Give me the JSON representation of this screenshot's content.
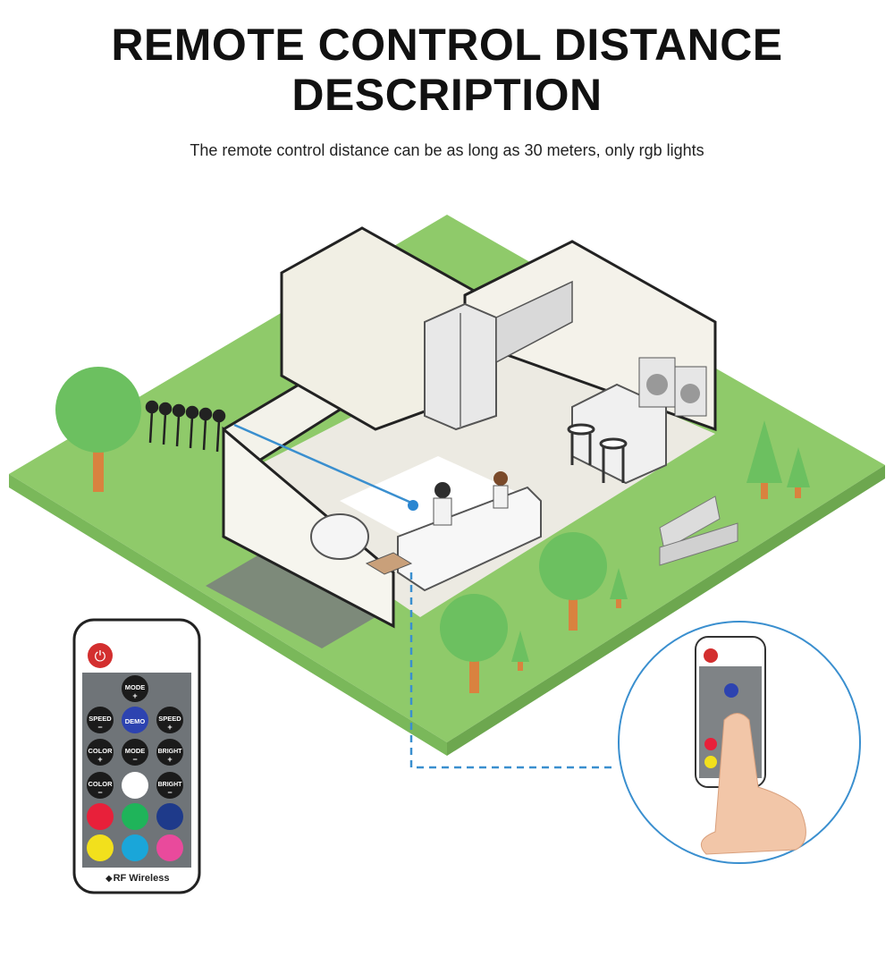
{
  "header": {
    "title_line1": "REMOTE CONTROL DISTANCE",
    "title_line2": "DESCRIPTION",
    "subtitle": "The remote control distance can be as long as 30 meters, only rgb lights"
  },
  "remote": {
    "brand_label": "RF Wireless",
    "buttons": {
      "mode_top": "MODE",
      "speed_left": "SPEED",
      "demo": "DEMO",
      "speed_right": "SPEED",
      "color_plus": "COLOR",
      "mode_center": "MODE",
      "bright_plus": "BRIGHT",
      "color_minus": "COLOR",
      "bright_minus": "BRIGHT"
    },
    "swatch_colors": {
      "white": "#ffffff",
      "red": "#e8203a",
      "green": "#1fb45a",
      "blue": "#1e3a8a",
      "yellow": "#f2e01c",
      "cyan": "#1aa6d9",
      "pink": "#e94a9c"
    },
    "power_color": "#d32f2f"
  },
  "colors": {
    "grass": "#8fca6a",
    "tree": "#6cc060",
    "signal_line": "#3a8fcf"
  }
}
